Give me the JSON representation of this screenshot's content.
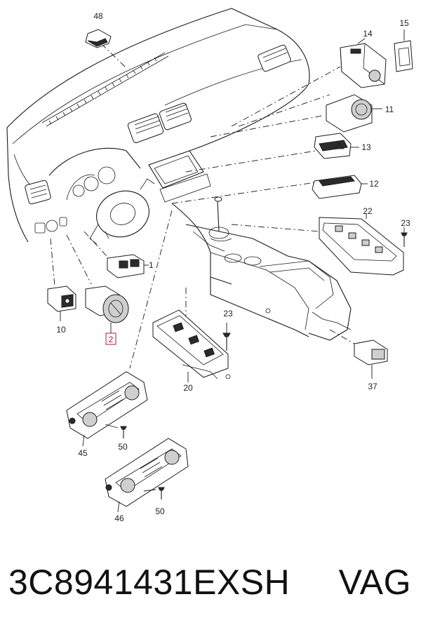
{
  "callouts": [
    {
      "id": "48",
      "text": "48",
      "highlighted": false
    },
    {
      "id": "14",
      "text": "14",
      "highlighted": false
    },
    {
      "id": "15",
      "text": "15",
      "highlighted": false
    },
    {
      "id": "11",
      "text": "11",
      "highlighted": false
    },
    {
      "id": "13",
      "text": "13",
      "highlighted": false
    },
    {
      "id": "12",
      "text": "12",
      "highlighted": false
    },
    {
      "id": "22",
      "text": "22",
      "highlighted": false
    },
    {
      "id": "23a",
      "text": "23",
      "highlighted": false
    },
    {
      "id": "1",
      "text": "1",
      "highlighted": false
    },
    {
      "id": "10",
      "text": "10",
      "highlighted": false
    },
    {
      "id": "2",
      "text": "2",
      "highlighted": true
    },
    {
      "id": "23b",
      "text": "23",
      "highlighted": false
    },
    {
      "id": "20",
      "text": "20",
      "highlighted": false
    },
    {
      "id": "37",
      "text": "37",
      "highlighted": false
    },
    {
      "id": "45",
      "text": "45",
      "highlighted": false
    },
    {
      "id": "50a",
      "text": "50",
      "highlighted": false
    },
    {
      "id": "46",
      "text": "46",
      "highlighted": false
    },
    {
      "id": "50b",
      "text": "50",
      "highlighted": false
    }
  ],
  "footer": {
    "part_number": "3C8941431EXSH",
    "brand": "VAG"
  },
  "colors": {
    "highlight": "#c8102e",
    "ink": "#1a1a1a"
  }
}
